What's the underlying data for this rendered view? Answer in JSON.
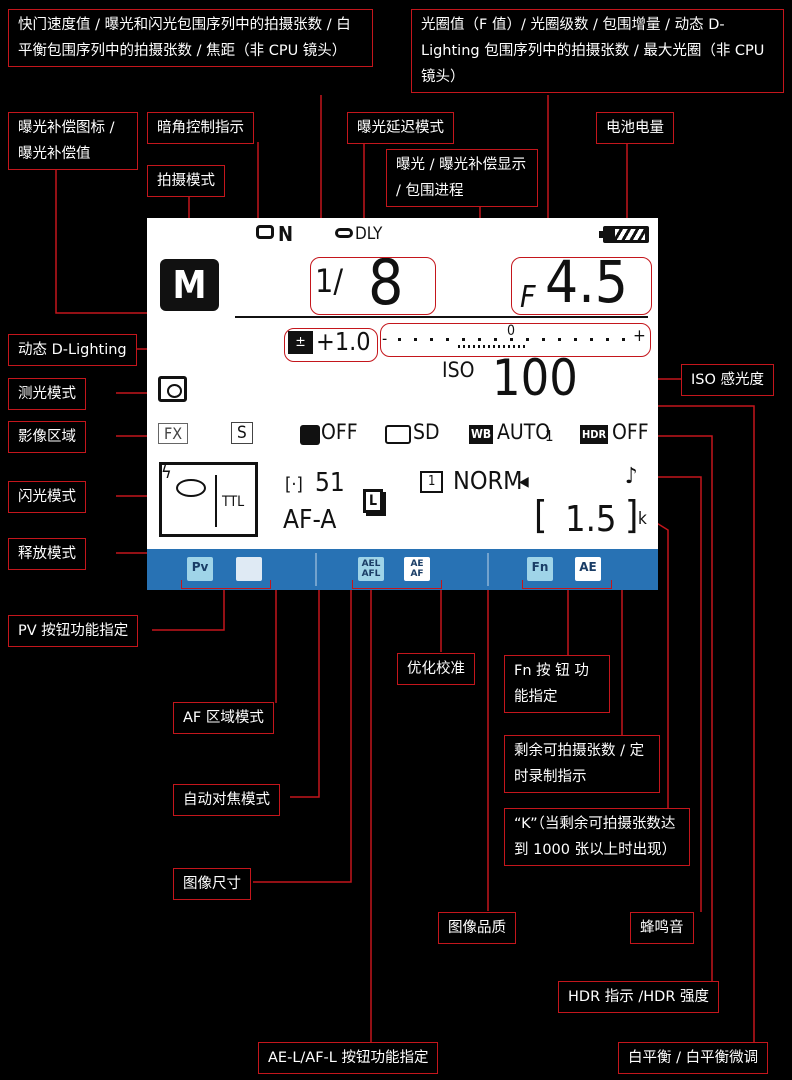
{
  "lcd": {
    "n_indicator": "N",
    "delay_mode": "DLY",
    "shooting_mode": "M",
    "shutter_num": "1/",
    "shutter_den": "8",
    "aperture_prefix": "F",
    "aperture_value": "4.5",
    "exposure_comp": "+1.0",
    "meter_minus": "-",
    "meter_zero": "0",
    "meter_plus": "+",
    "iso_label": "ISO",
    "iso_value": "100",
    "image_area": "FX",
    "release_mode": "S",
    "active_d_lighting": "OFF",
    "picture_control": "SD",
    "white_balance_icon": "WB",
    "white_balance": "AUTO",
    "wb_fine_tune": "1",
    "hdr_icon": "HDR",
    "hdr": "OFF",
    "flash_ttl": "TTL",
    "af_area_value": "51",
    "af_mode": "AF-A",
    "image_size": "L",
    "quality_box": "1",
    "quality": "NORM",
    "remaining_open": "[",
    "remaining": "1.5",
    "remaining_close": "]",
    "remaining_k": "k",
    "beep": "♪",
    "bottom_icons": {
      "pv": "Pv",
      "aeafl_top": "AEL",
      "aeafl_bottom": "AFL",
      "ae_af_top": "AE",
      "ae_af_bottom": "AF",
      "fn": "Fn",
      "ae": "AE"
    }
  },
  "labels": {
    "shutter_speed": "快门速度值 / 曝光和闪光包围序列中的拍摄张数 / 白平衡包围序列中的拍摄张数 / 焦距（非 CPU 镜头）",
    "aperture": "光圈值（F 值）/ 光圈级数 / 包围增量 / 动态 D-Lighting 包围序列中的拍摄张数 / 最大光圈（非 CPU 镜头）",
    "exposure_comp_icon": "曝光补偿图标 / 曝光补偿值",
    "vignette": "暗角控制指示",
    "exposure_delay": "曝光延迟模式",
    "battery": "电池电量",
    "exposure_display": "曝光 / 曝光补偿显示 / 包围进程",
    "shooting_mode": "拍摄模式",
    "active_d_lighting": "动态 D-Lighting",
    "metering": "测光模式",
    "iso": "ISO 感光度",
    "image_area": "影像区域",
    "flash_mode": "闪光模式",
    "release_mode": "释放模式",
    "pv_button": "PV 按钮功能指定",
    "picture_control": "优化校准",
    "fn_button": "Fn 按 钮 功 能指定",
    "af_area": "AF 区域模式",
    "remaining": "剩余可拍摄张数 / 定时录制指示",
    "af_mode": "自动对焦模式",
    "k_note": "“K”（当剩余可拍摄张数达到 1000 张以上时出现）",
    "image_size": "图像尺寸",
    "image_quality": "图像品质",
    "beep": "蜂鸣音",
    "hdr": "HDR 指示 /HDR 强度",
    "white_balance": "白平衡 / 白平衡微调",
    "aeafl_button": "AE-L/AF-L 按钮功能指定"
  }
}
